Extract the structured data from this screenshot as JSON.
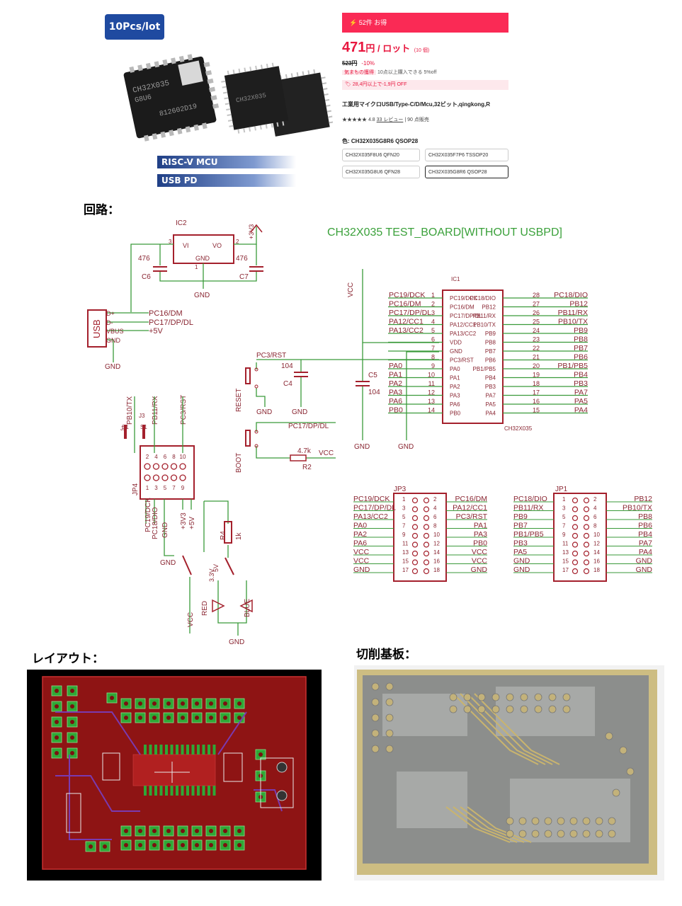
{
  "product": {
    "badge": "10Pcs/lot",
    "tag1": "RISC-V MCU",
    "tag2": "USB PD",
    "chip1_marking": [
      "CH32X035",
      "G8U6",
      "812602D19"
    ],
    "chip2_marking": [
      "CH32X035"
    ]
  },
  "shop": {
    "sale_banner": "52件 お得",
    "price": "471",
    "price_unit": "円 / ロット",
    "price_qty": "(10 個)",
    "old_price": "523円",
    "discount": "-10%",
    "promo_chip": "気まもの獲得",
    "promo_text": "10点以上購入できる 5%off",
    "coupon": "28,4円以上で-1,9円 OFF",
    "title": "工業用マイクロUSB/Type-C/D/Mcu,32ビット,qingkong,R",
    "stars": "★★★★★",
    "rating": "4.8",
    "reviews": "33 レビュー",
    "sold": "90 点販売",
    "color_label": "色: CH32X035G8R6 QSOP28",
    "options": [
      "CH32X035F8U6 QFN20",
      "CH32X035F7P6 TSSOP20",
      "CH32X035G8U6 QFN28",
      "CH32X035G8R6 QSOP28"
    ]
  },
  "headings": {
    "circuit": "回路：",
    "layout": "レイアウト：",
    "milled": "切削基板："
  },
  "schematic": {
    "title": "CH32X035 TEST_BOARD[WITHOUT USBPD]",
    "ic2": {
      "name": "IC2",
      "vi": "VI",
      "vo": "VO",
      "gnd": "GND",
      "pin_vi": "3",
      "pin_vo": "2",
      "pin_gnd": "1"
    },
    "c6": {
      "name": "C6",
      "value": "476"
    },
    "c7": {
      "name": "C7",
      "value": "476"
    },
    "c4": {
      "name": "C4",
      "value": "104"
    },
    "c5": {
      "name": "C5",
      "value": "104"
    },
    "r2": {
      "name": "R2",
      "value": "4.7k"
    },
    "r4": {
      "name": "R4",
      "value": "1k"
    },
    "net_3v3": "+3V3",
    "net_vcc": "VCC",
    "net_gnd": "GND",
    "net_5v": "+5V",
    "usb": {
      "name": "USB",
      "pins": [
        "D+",
        "D-",
        "VBUS",
        "GND"
      ],
      "nets": [
        "PC16/DM",
        "PC17/DP/DL",
        "+5V"
      ]
    },
    "reset_label": "RESET",
    "boot_label": "BOOT",
    "reset_net": "PC3/RST",
    "boot_net": "PC17/DP/DL",
    "ic1": {
      "name": "IC1",
      "part": "CH32X035",
      "left_nets": [
        "PC19/DCK",
        "PC16/DM",
        "PC17/DP/DL",
        "PA12/CC1",
        "PA13/CC2",
        "",
        "",
        "",
        "PA0",
        "PA1",
        "PA2",
        "PA3",
        "PA6",
        "PB0"
      ],
      "left_pins": [
        "1",
        "2",
        "3",
        "4",
        "5",
        "6",
        "7",
        "8",
        "9",
        "10",
        "11",
        "12",
        "13",
        "14"
      ],
      "left_inner": [
        "PC19/DCK",
        "PC16/DM",
        "PC17/DP/DL",
        "PA12/CC1",
        "PA13/CC2",
        "VDD",
        "GND",
        "PC3/RST",
        "PA0",
        "PA1",
        "PA2",
        "PA3",
        "PA6",
        "PB0"
      ],
      "right_inner": [
        "PC18/DIO",
        "PB12",
        "PB11/RX",
        "PB10/TX",
        "PB9",
        "PB8",
        "PB7",
        "PB6",
        "PB1/PB5",
        "PB4",
        "PB3",
        "PA7",
        "PA5",
        "PA4"
      ],
      "right_pins": [
        "28",
        "27",
        "26",
        "25",
        "24",
        "23",
        "22",
        "21",
        "20",
        "19",
        "18",
        "17",
        "16",
        "15"
      ],
      "right_nets": [
        "PC18/DIO",
        "PB12",
        "PB11/RX",
        "PB10/TX",
        "PB9",
        "PB8",
        "PB7",
        "PB6",
        "PB1/PB5",
        "PB4",
        "PB3",
        "PA7",
        "PA5",
        "PA4"
      ]
    },
    "jp4": {
      "name": "JP4",
      "top_pins": [
        "2",
        "4",
        "6",
        "8",
        "10"
      ],
      "bottom_pins": [
        "1",
        "3",
        "5",
        "7",
        "9"
      ],
      "top_nets": [
        "PB10/TX",
        "PB11/RX",
        "PC3/RST"
      ],
      "bottom_nets": [
        "PC19/DCK",
        "PC18/DIO",
        "GND",
        "+3V3",
        "+5V"
      ]
    },
    "jumpers": {
      "j2": "J2",
      "j3": "J3",
      "s1": "S1"
    },
    "switch_labels": [
      "3.3V",
      "5V"
    ],
    "leds": [
      "RED",
      "BLUE"
    ],
    "jp3": {
      "name": "JP3",
      "left_nets": [
        "PC19/DCK",
        "PC17/DP/DL",
        "PA13/CC2",
        "PA0",
        "PA2",
        "PA6",
        "VCC",
        "VCC",
        "GND"
      ],
      "left_pins": [
        "1",
        "3",
        "5",
        "7",
        "9",
        "11",
        "13",
        "15",
        "17"
      ],
      "right_pins": [
        "2",
        "4",
        "6",
        "8",
        "10",
        "12",
        "14",
        "16",
        "18"
      ],
      "right_nets": [
        "PC16/DM",
        "PA12/CC1",
        "PC3/RST",
        "PA1",
        "PA3",
        "PB0",
        "VCC",
        "VCC",
        "GND"
      ]
    },
    "jp1": {
      "name": "JP1",
      "left_nets": [
        "PC18/DIO",
        "PB11/RX",
        "PB9",
        "PB7",
        "PB1/PB5",
        "PB3",
        "PA5",
        "GND",
        "GND"
      ],
      "left_pins": [
        "1",
        "3",
        "5",
        "7",
        "9",
        "11",
        "13",
        "15",
        "17"
      ],
      "right_pins": [
        "2",
        "4",
        "6",
        "8",
        "10",
        "12",
        "14",
        "16",
        "18"
      ],
      "right_nets": [
        "PB12",
        "PB10/TX",
        "PB8",
        "PB6",
        "PB4",
        "PA7",
        "PA4",
        "GND",
        "GND"
      ]
    }
  },
  "colors": {
    "wire": "#3a9a3a",
    "part": "#a4202c",
    "text": "#8a2632",
    "title": "#3ba13b",
    "pcb_red": "#8e1414",
    "accent": "#fa2a55",
    "brand_blue": "#1f4aa0"
  }
}
